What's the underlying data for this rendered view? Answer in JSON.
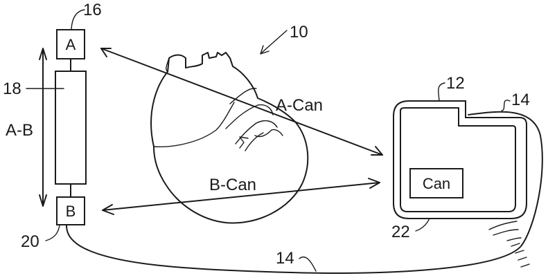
{
  "figure": {
    "system_ref": "10",
    "device_ref": "12",
    "lead_ref": "14",
    "electrode_a_ref": "16",
    "coil_ref": "18",
    "electrode_b_ref": "20",
    "can_ref": "22"
  },
  "labels": {
    "electrode_a": "A",
    "electrode_b": "B",
    "can": "Can",
    "vector_a_b": "A-B",
    "vector_a_can": "A-Can",
    "vector_b_can": "B-Can"
  }
}
